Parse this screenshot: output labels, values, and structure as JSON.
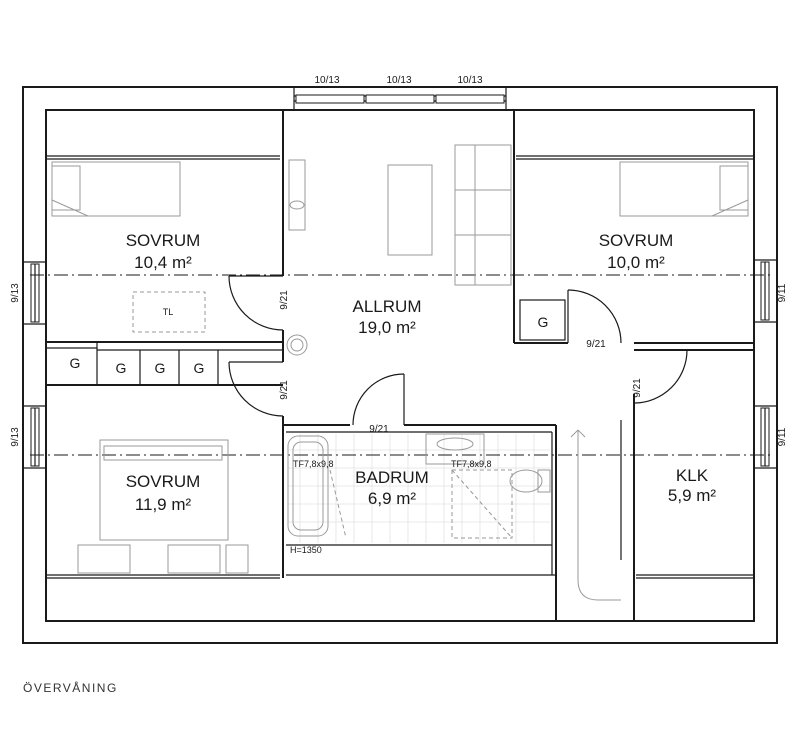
{
  "rooms": [
    {
      "id": "sovrum-nw",
      "name": "SOVRUM",
      "area": "10,4 m²"
    },
    {
      "id": "allrum",
      "name": "ALLRUM",
      "area": "19,0 m²"
    },
    {
      "id": "sovrum-ne",
      "name": "SOVRUM",
      "area": "10,0 m²"
    },
    {
      "id": "sovrum-sw",
      "name": "SOVRUM",
      "area": "11,9 m²"
    },
    {
      "id": "badrum",
      "name": "BADRUM",
      "area": "6,9 m²"
    },
    {
      "id": "klk",
      "name": "KLK",
      "area": "5,9 m²"
    }
  ],
  "windows": {
    "top": [
      "10/13",
      "10/13",
      "10/13"
    ],
    "left": [
      "9/13",
      "9/13"
    ],
    "right": [
      "9/11",
      "9/11"
    ]
  },
  "doors": [
    "9/21",
    "9/21",
    "9/21",
    "9/21",
    "9/21"
  ],
  "closets": [
    "G",
    "G",
    "G",
    "G",
    "G"
  ],
  "labels": {
    "tl": "TL",
    "shower_1": "TF7,8x9,8",
    "shower_2": "TF7,8x9,8",
    "ceiling_height": "H=1350"
  },
  "footer": {
    "floor_name": "ÖVERVÅNING"
  }
}
